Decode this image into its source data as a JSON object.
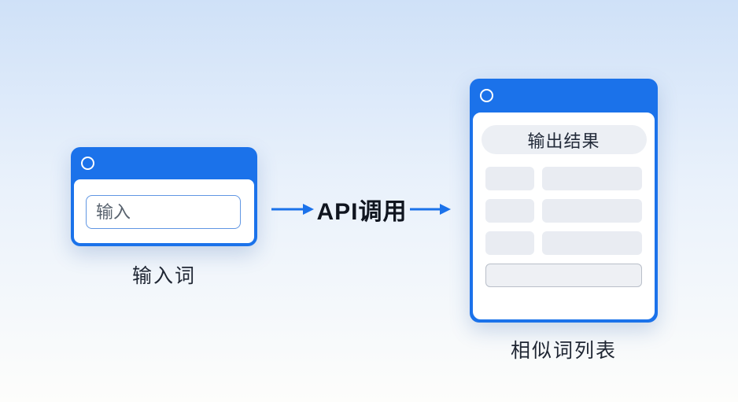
{
  "colors": {
    "accent_blue": "#1b72ea",
    "window_body": "#ffffff",
    "input_border_blue": "#6096e3",
    "placeholder_block": "#e9ecf2",
    "pill_background": "#eceff4",
    "bottom_box_background": "#eef0f4",
    "bottom_box_border": "#b9bfc9",
    "api_text": "#10151f",
    "caption_text": "#1f2633",
    "background_top": "#cfe1f8",
    "background_bottom": "#fdfdfb"
  },
  "diagram": {
    "input_window": {
      "titlebar_icon": "circle-outline-icon",
      "input_placeholder": "输入",
      "caption": "输入词"
    },
    "api_call": {
      "label": "API调用",
      "left_arrow_icon": "right-arrow-icon",
      "right_arrow_icon": "right-arrow-icon"
    },
    "output_window": {
      "titlebar_icon": "circle-outline-icon",
      "header_pill": "输出结果",
      "result_row_count": 3,
      "caption": "相似词列表"
    }
  }
}
